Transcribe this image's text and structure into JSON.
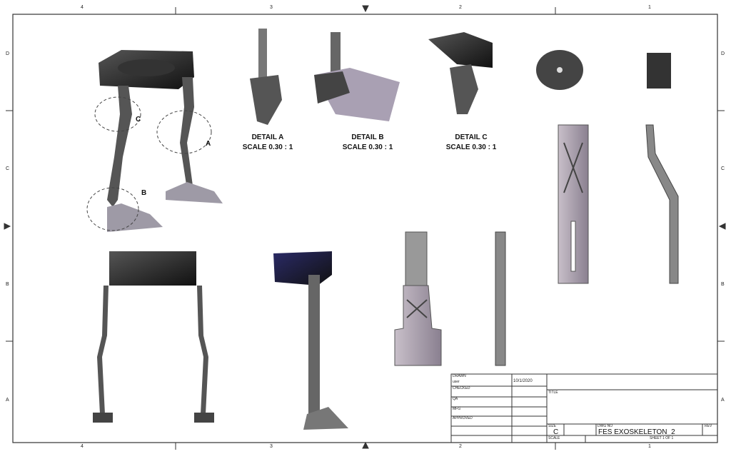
{
  "zones": {
    "top": [
      "4",
      "3",
      "2",
      "1"
    ],
    "bottom": [
      "4",
      "3",
      "2",
      "1"
    ],
    "left": [
      "D",
      "C",
      "B",
      "A"
    ],
    "right": [
      "D",
      "C",
      "B",
      "A"
    ]
  },
  "details": [
    {
      "label": "DETAIL A",
      "scale": "SCALE 0.30 : 1"
    },
    {
      "label": "DETAIL  B",
      "scale": "SCALE 0.30 : 1"
    },
    {
      "label": "DETAIL C",
      "scale": "SCALE 0.30 : 1"
    }
  ],
  "callouts": [
    "C",
    "A",
    "B"
  ],
  "title_block": {
    "drawn": "DRAWN",
    "user": "user",
    "date": "10/1/2020",
    "checked": "CHECKED",
    "qa": "QA",
    "mfg": "MFG",
    "approved": "APPROVED",
    "title": "TITLE",
    "size_label": "SIZE",
    "size": "C",
    "dwg_no_label": "DWG NO",
    "dwg_no": "FES EXOSKELETON_2",
    "rev": "REV",
    "scale": "SCALE",
    "sheet": "SHEET 1  OF 1"
  }
}
